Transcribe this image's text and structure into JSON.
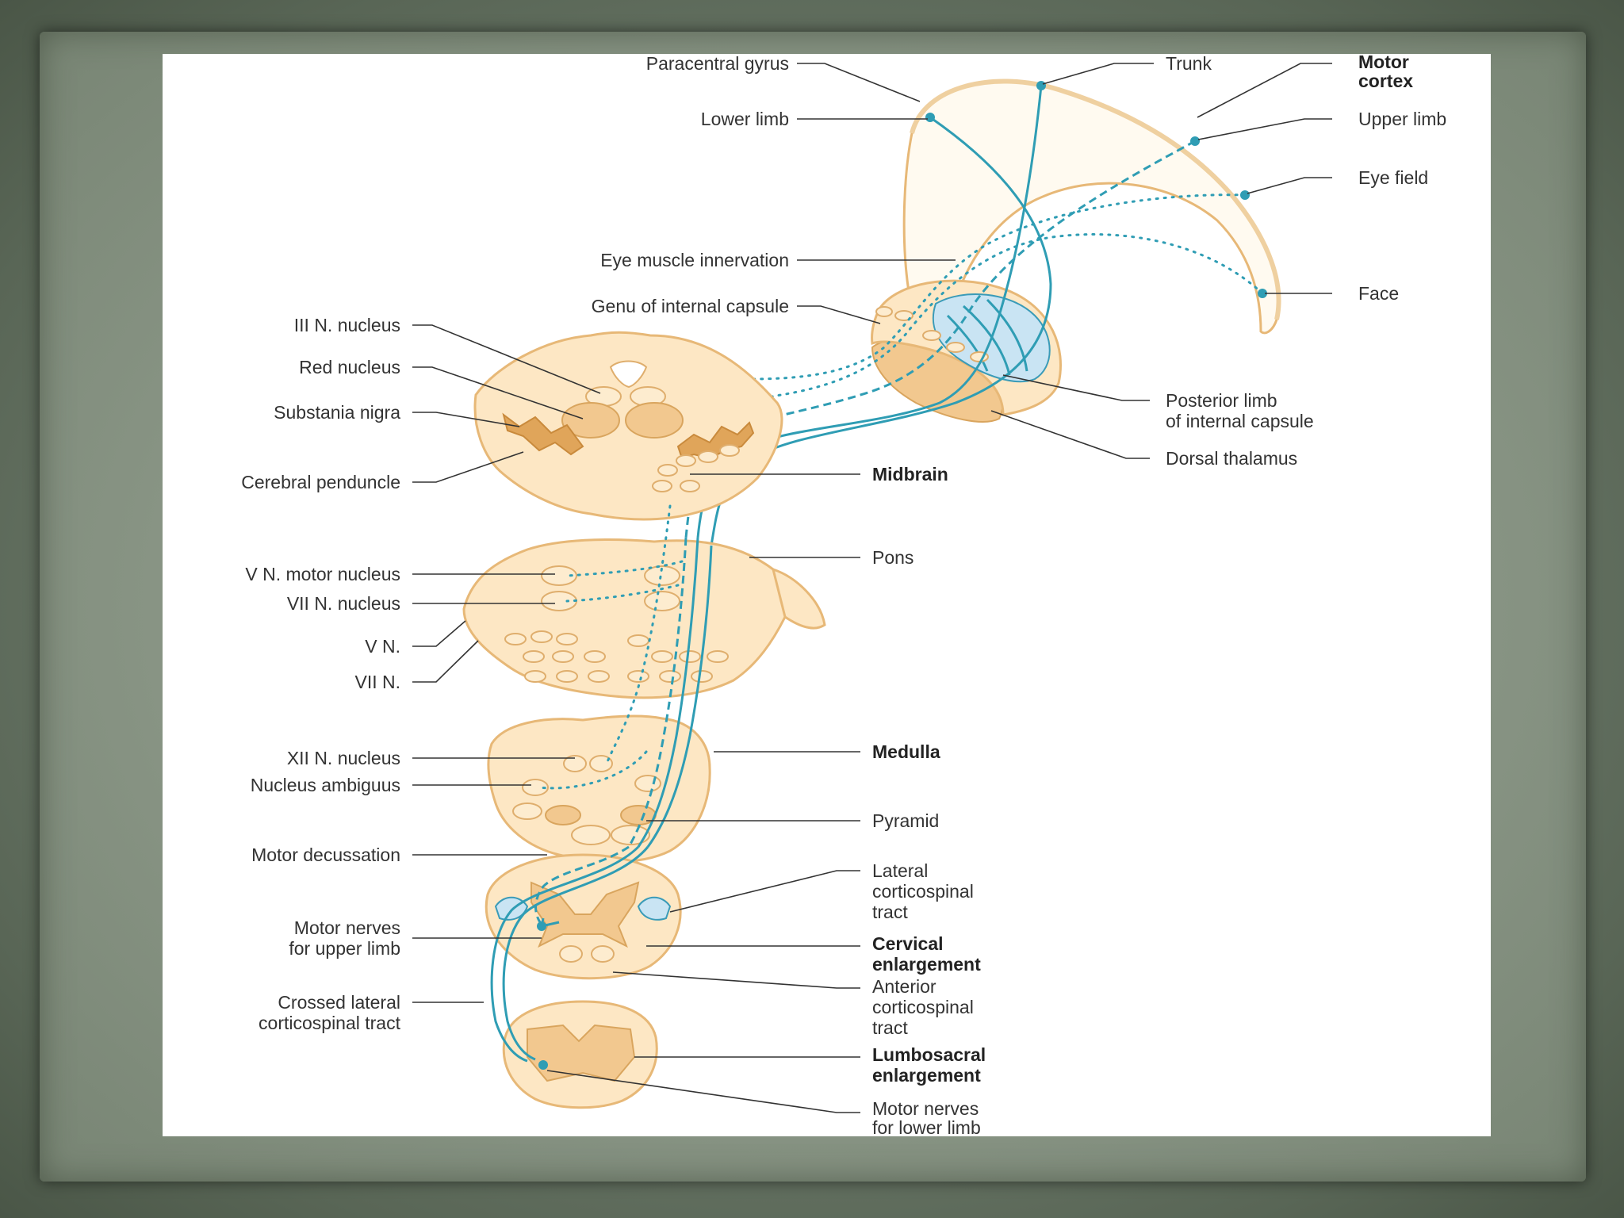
{
  "labels": {
    "paracentral_gyrus": "Paracentral gyrus",
    "trunk": "Trunk",
    "motor_cortex_1": "Motor",
    "motor_cortex_2": "cortex",
    "lower_limb": "Lower limb",
    "upper_limb": "Upper limb",
    "eye_field": "Eye field",
    "eye_muscle_innervation": "Eye muscle innervation",
    "face": "Face",
    "genu_internal_capsule": "Genu of internal capsule",
    "iii_nucleus": "III N. nucleus",
    "red_nucleus": "Red nucleus",
    "substania_nigra": "Substania nigra",
    "cerebral_penduncle": "Cerebral penduncle",
    "posterior_limb_1": "Posterior limb",
    "posterior_limb_2": "of internal capsule",
    "dorsal_thalamus": "Dorsal thalamus",
    "midbrain": "Midbrain",
    "pons": "Pons",
    "v_motor_nucleus": "V N. motor nucleus",
    "vii_nucleus": "VII N. nucleus",
    "v_n": "V N.",
    "vii_n": "VII N.",
    "xii_nucleus": "XII N. nucleus",
    "nucleus_ambiguus": "Nucleus ambiguus",
    "medulla": "Medulla",
    "pyramid": "Pyramid",
    "motor_decussation": "Motor decussation",
    "lateral_cst_1": "Lateral",
    "lateral_cst_2": "corticospinal",
    "lateral_cst_3": "tract",
    "motor_nerves_upper_1": "Motor nerves",
    "motor_nerves_upper_2": "for upper limb",
    "cervical_1": "Cervical",
    "cervical_2": "enlargement",
    "anterior_cst_1": "Anterior",
    "anterior_cst_2": "corticospinal",
    "anterior_cst_3": "tract",
    "crossed_lateral_1": "Crossed lateral",
    "crossed_lateral_2": "corticospinal tract",
    "lumbosacral_1": "Lumbosacral",
    "lumbosacral_2": "enlargement",
    "motor_nerves_lower_1": "Motor nerves",
    "motor_nerves_lower_2": "for lower limb"
  },
  "colors": {
    "tract": "#2f9db4",
    "tissue": "#fde7c4",
    "tissue_dark": "#f2c88f",
    "capsule_blue": "#c9e4f3",
    "background": "#6d7a6b"
  },
  "icons": {
    "tract_end": "dot-icon"
  }
}
